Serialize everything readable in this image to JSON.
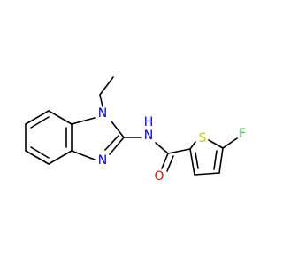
{
  "molecule": {
    "atoms": {
      "N1": {
        "label": "N",
        "color": "#0000ff"
      },
      "N3": {
        "label": "N",
        "color": "#0000ff"
      },
      "NH": {
        "label": "N",
        "color": "#0000ff"
      },
      "H": {
        "label": "H",
        "color": "#0000ff"
      },
      "O": {
        "label": "O",
        "color": "#ff0000"
      },
      "S": {
        "label": "S",
        "color": "#cccc00"
      },
      "F": {
        "label": "F",
        "color": "#33cc33"
      }
    },
    "bond_color": "#000000",
    "background": "#ffffff"
  }
}
